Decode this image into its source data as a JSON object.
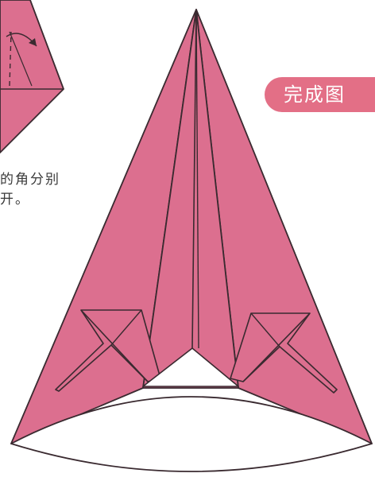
{
  "badge": {
    "label": "完成图",
    "color": "#e36f86"
  },
  "instruction": {
    "line1": "的角分别",
    "line2": "开。"
  },
  "colors": {
    "paper_pink": "#dc6f8f",
    "paper_white": "#ffffff",
    "outline": "#3a2a30"
  }
}
